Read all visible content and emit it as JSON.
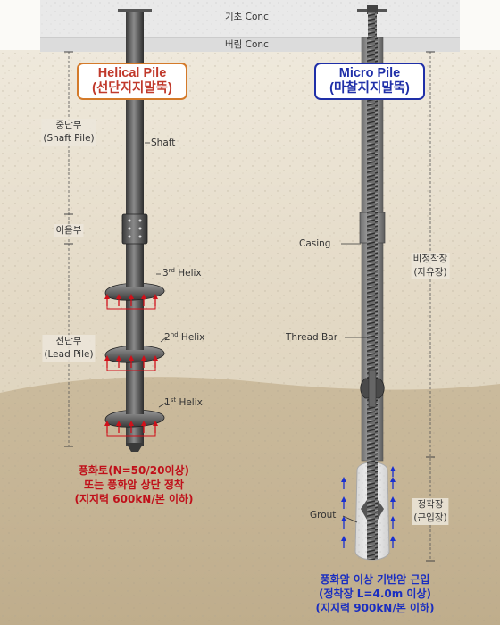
{
  "ground_layers": {
    "foundation": "기초 Conc",
    "lean": "버림 Conc"
  },
  "helical_pile": {
    "title_line1": "Helical Pile",
    "title_line2": "(선단지지말뚝)",
    "color": "#c0392b",
    "labels": {
      "shaft": "Shaft",
      "helix3_num": "3",
      "helix3_sup": "rd",
      "helix3_text": "Helix",
      "helix2_num": "2",
      "helix2_sup": "nd",
      "helix2_text": "Helix",
      "helix1_num": "1",
      "helix1_sup": "st",
      "helix1_text": "Helix"
    },
    "dimensions": {
      "shaft_part": "중단부",
      "shaft_part_en": "(Shaft Pile)",
      "joint_part": "이음부",
      "lead_part": "선단부",
      "lead_part_en": "(Lead Pile)"
    },
    "note": {
      "line1": "풍화토(N=50/20이상)",
      "line2": "또는 풍화암 상단 정착",
      "line3": "(지지력 600kN/본 이하)"
    }
  },
  "micro_pile": {
    "title_line1": "Micro Pile",
    "title_line2": "(마찰지지말뚝)",
    "color": "#1f2fa8",
    "labels": {
      "casing": "Casing",
      "thread_bar": "Thread Bar",
      "grout": "Grout"
    },
    "dimensions": {
      "free_length": "비정착장",
      "free_length_sub": "(자유장)",
      "bond_length": "정착장",
      "bond_length_sub": "(근입장)"
    },
    "note": {
      "line1": "풍화암 이상 기반암 근입",
      "line2": "(정착장 L=4.0m 이상)",
      "line3": "(지지력 900kN/본 이하)"
    }
  },
  "colors": {
    "concrete": "#e6e6e6",
    "soil_upper": "#d9cdb5",
    "soil_lower": "#c4b394",
    "arrow_red": "#d0101a",
    "arrow_blue": "#1a30d0"
  }
}
